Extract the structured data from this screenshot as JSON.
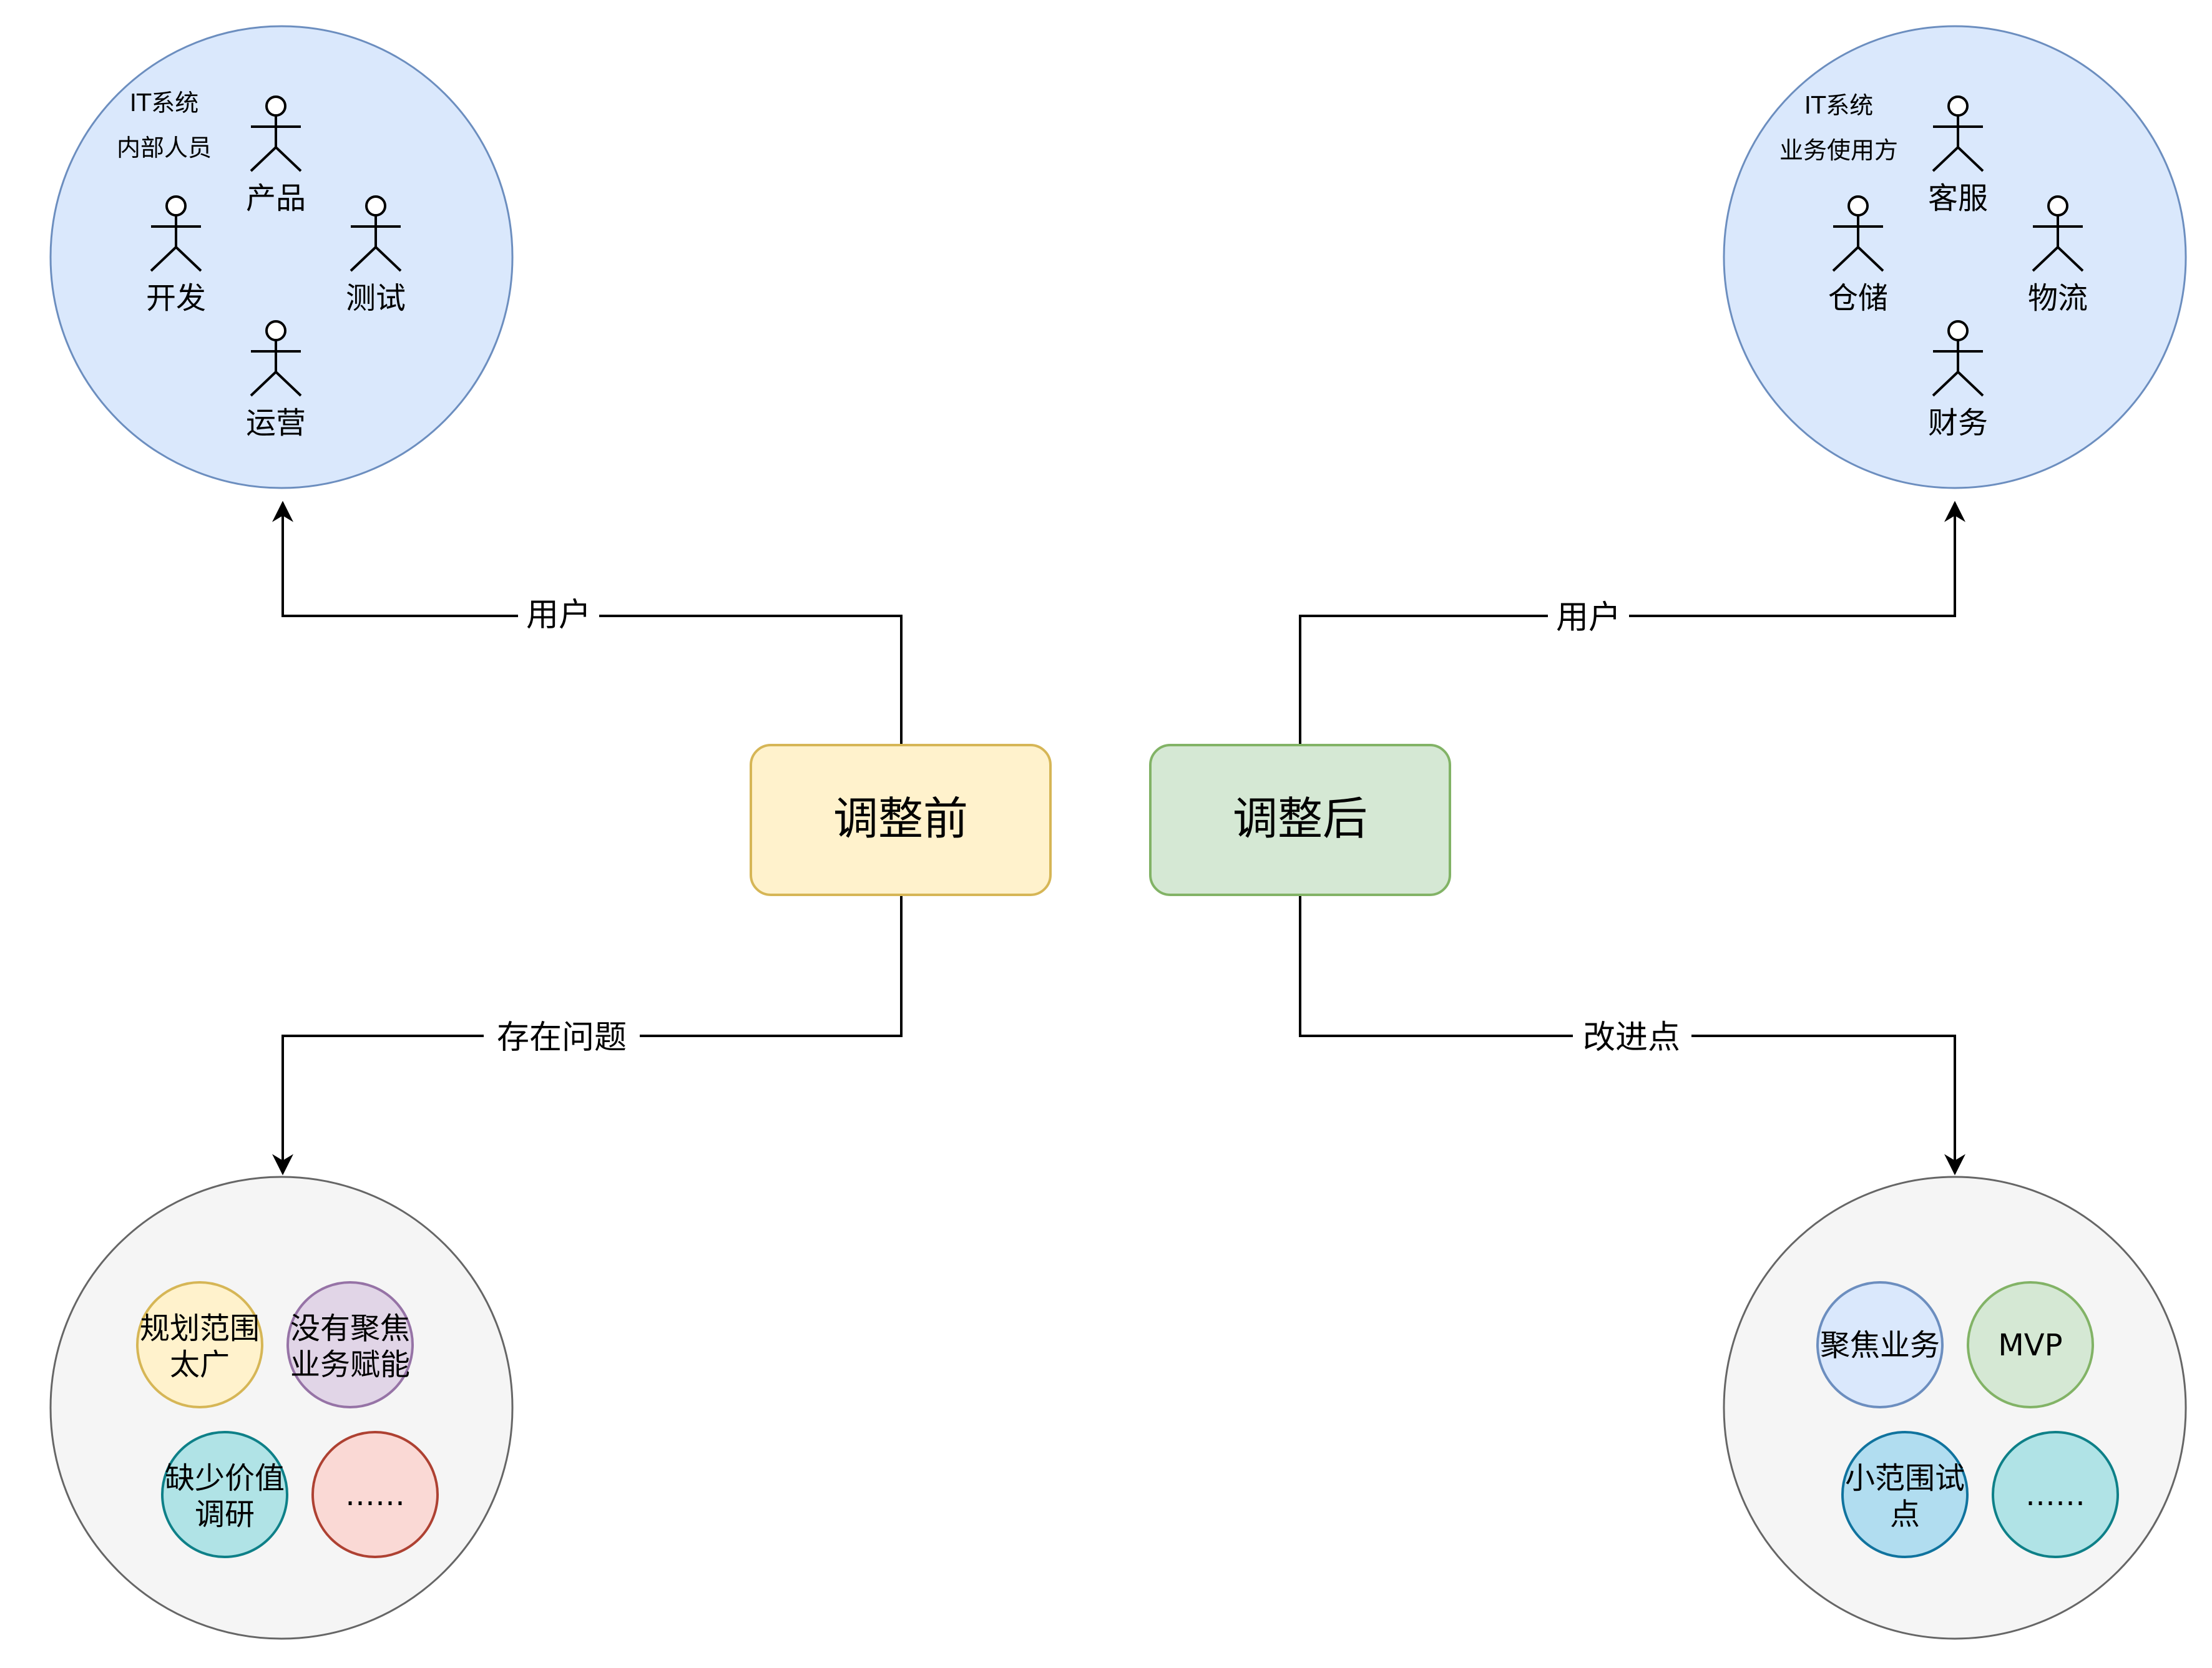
{
  "center_boxes": {
    "before": {
      "label": "调整前",
      "fill": "#fff2cc",
      "stroke": "#d6b656"
    },
    "after": {
      "label": "调整后",
      "fill": "#d5e8d4",
      "stroke": "#82b366"
    }
  },
  "edges": {
    "before_users": "用户",
    "before_problems": "存在问题",
    "after_users": "用户",
    "after_improvements": "改进点"
  },
  "users_before": {
    "fill": "#dae8fc",
    "stroke": "#6c8ebf",
    "caption_line1": "IT系统",
    "caption_line2": "内部人员",
    "actors": [
      "产品",
      "开发",
      "测试",
      "运营"
    ]
  },
  "users_after": {
    "fill": "#dae8fc",
    "stroke": "#6c8ebf",
    "caption_line1": "IT系统",
    "caption_line2": "业务使用方",
    "actors": [
      "客服",
      "仓储",
      "物流",
      "财务"
    ]
  },
  "problems": {
    "fill": "#f5f5f5",
    "stroke": "#666666",
    "items": [
      {
        "line1": "规划范围",
        "line2": "太广",
        "fill": "#fff2cc",
        "stroke": "#d6b656"
      },
      {
        "line1": "没有聚焦",
        "line2": "业务赋能",
        "fill": "#e1d5e7",
        "stroke": "#9673a6"
      },
      {
        "line1": "缺少价值",
        "line2": "调研",
        "fill": "#b0e3e6",
        "stroke": "#0e8088"
      },
      {
        "line1": "……",
        "line2": "",
        "fill": "#fad9d5",
        "stroke": "#ae4132"
      }
    ]
  },
  "improvements": {
    "fill": "#f5f5f5",
    "stroke": "#666666",
    "items": [
      {
        "line1": "聚焦业务",
        "line2": "",
        "fill": "#dae8fc",
        "stroke": "#6c8ebf"
      },
      {
        "line1": "MVP",
        "line2": "",
        "fill": "#d5e8d4",
        "stroke": "#82b366"
      },
      {
        "line1": "小范围试",
        "line2": "点",
        "fill": "#b1ddf0",
        "stroke": "#10739e"
      },
      {
        "line1": "……",
        "line2": "",
        "fill": "#b0e3e6",
        "stroke": "#0e8088"
      }
    ]
  }
}
